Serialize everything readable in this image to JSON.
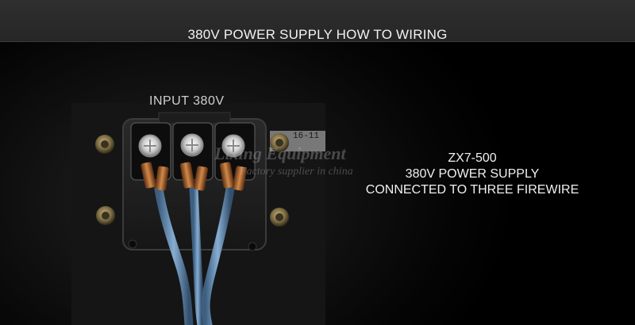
{
  "header": {
    "title": "380V POWER SUPPLY HOW TO WIRING"
  },
  "photo": {
    "input_label": "INPUT 380V",
    "plate_text": "16-11",
    "watermark": {
      "line1": "Lixing Equipment",
      "line2": "Factory supplier in china"
    }
  },
  "caption": {
    "line1": "ZX7-500",
    "line2": "380V POWER SUPPLY",
    "line3": "CONNECTED TO THREE FIREWIRE"
  },
  "colors": {
    "background": "#000000",
    "header_band": "#2b2b2b",
    "text": "#f2f2f2",
    "cable": "#7aa0c4",
    "terminal_metal": "#d8d8d8",
    "copper": "#b5662a"
  }
}
